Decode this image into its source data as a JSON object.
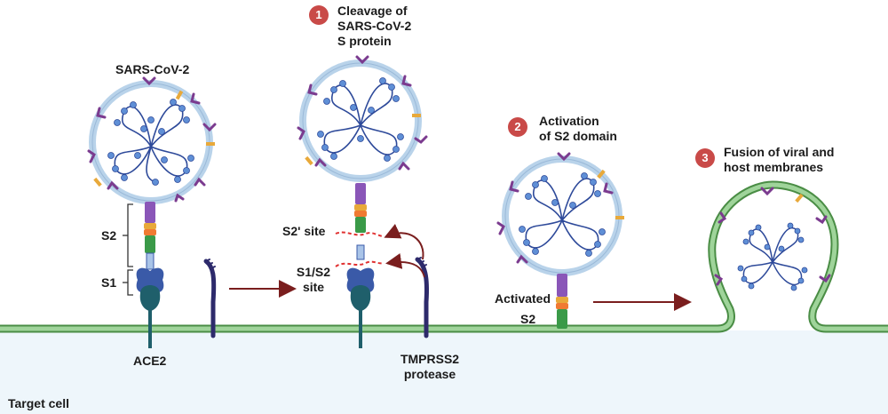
{
  "title_virus": "SARS-CoV-2",
  "steps": [
    {
      "number": "1",
      "line1": "Cleavage of",
      "line2": "SARS-CoV-2",
      "line3": "S protein"
    },
    {
      "number": "2",
      "line1": "Activation",
      "line2": "of S2 domain"
    },
    {
      "number": "3",
      "line1": "Fusion of viral and",
      "line2": "host membranes"
    }
  ],
  "labels": {
    "s2": "S2",
    "s1": "S1",
    "ace2": "ACE2",
    "s2_prime_site": "S2' site",
    "s1s2_site_line1": "S1/S2",
    "s1s2_site_line2": "site",
    "activated_line1": "Activated",
    "activated_line2": "S2",
    "tmprss2_line1": "TMPRSS2",
    "tmprss2_line2": "protease",
    "target_cell": "Target cell"
  },
  "colors": {
    "membrane_green": "#8fcf8a",
    "membrane_dark": "#4a8d45",
    "cell_fill": "#eef6fb",
    "virus_envelope": "#b9d3ea",
    "spike_purple": "#7b3b8f",
    "rna_blue": "#2e4a9a",
    "rna_bead": "#5f8fd6",
    "arrow": "#7a1e1e",
    "step_badge": "#c94a48",
    "ace2_teal": "#1f5f6b",
    "ace2_blue": "#3a5aa8",
    "tmprss2_navy": "#2d2a6b"
  }
}
